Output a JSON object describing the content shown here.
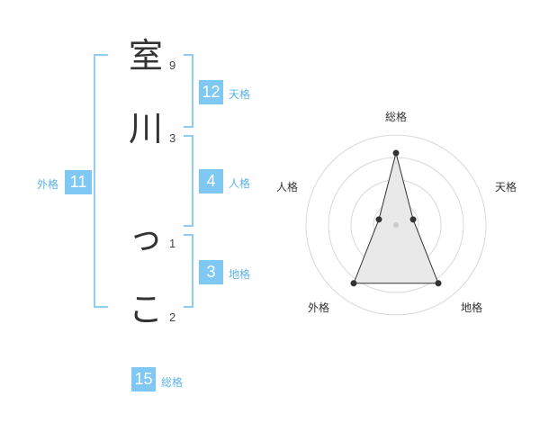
{
  "name": {
    "chars": [
      {
        "char": "室",
        "strokes": "9"
      },
      {
        "char": "川",
        "strokes": "3"
      },
      {
        "char": "っ",
        "strokes": "1"
      },
      {
        "char": "こ",
        "strokes": "2"
      }
    ]
  },
  "kakusu": {
    "tenkaku": {
      "value": "12",
      "label": "天格"
    },
    "jinkaku": {
      "value": "4",
      "label": "人格"
    },
    "chikaku": {
      "value": "3",
      "label": "地格"
    },
    "gaikaku": {
      "value": "11",
      "label": "外格"
    },
    "soukaku": {
      "value": "15",
      "label": "総格"
    }
  },
  "radar": {
    "labels": {
      "top": "総格",
      "right": "天格",
      "bottom_right": "地格",
      "bottom_left": "外格",
      "left": "人格"
    },
    "values": {
      "soukaku": 0.8,
      "tenkaku": 0.2,
      "chikaku": 0.8,
      "gaikaku": 0.8,
      "jinkaku": 0.2
    },
    "rings": 4,
    "colors": {
      "ring": "#d9d9d9",
      "fill": "#e9e9e9",
      "line": "#333333",
      "point": "#333333"
    }
  }
}
